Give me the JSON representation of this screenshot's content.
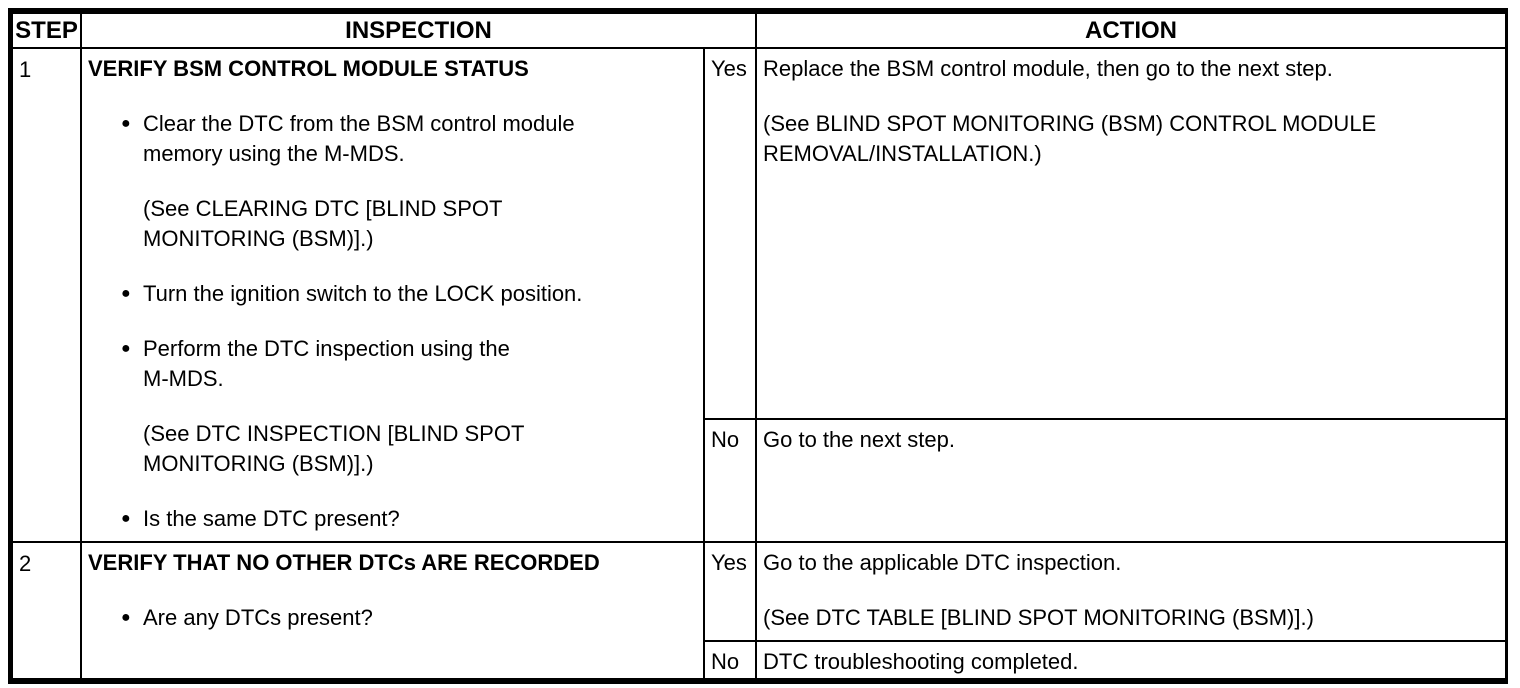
{
  "header": {
    "step": "STEP",
    "inspection": "INSPECTION",
    "action": "ACTION"
  },
  "bullet_icon": "●",
  "rows": [
    {
      "step": "1",
      "inspection": {
        "title": "VERIFY BSM CONTROL MODULE STATUS",
        "items": [
          {
            "type": "bullet",
            "lines": [
              "Clear the DTC from the BSM control module",
              "memory using the M-MDS."
            ]
          },
          {
            "type": "note",
            "lines": [
              "(See CLEARING DTC [BLIND SPOT",
              "MONITORING (BSM)].)"
            ]
          },
          {
            "type": "bullet",
            "lines": [
              "Turn the ignition switch to the LOCK position."
            ]
          },
          {
            "type": "bullet",
            "lines": [
              "Perform the DTC inspection using the",
              "M-MDS."
            ]
          },
          {
            "type": "note",
            "lines": [
              "(See DTC INSPECTION [BLIND SPOT",
              "MONITORING (BSM)].)"
            ]
          },
          {
            "type": "bullet",
            "lines": [
              "Is the same DTC present?"
            ]
          }
        ]
      },
      "actions": [
        {
          "label": "Yes",
          "paragraphs": [
            [
              "Replace the BSM control module, then go to the next step."
            ],
            [
              "(See BLIND SPOT MONITORING (BSM) CONTROL MODULE",
              "REMOVAL/INSTALLATION.)"
            ]
          ]
        },
        {
          "label": "No",
          "paragraphs": [
            [
              "Go to the next step."
            ]
          ]
        }
      ]
    },
    {
      "step": "2",
      "inspection": {
        "title": "VERIFY THAT NO OTHER DTCs ARE RECORDED",
        "items": [
          {
            "type": "bullet",
            "lines": [
              "Are any DTCs present?"
            ]
          }
        ]
      },
      "actions": [
        {
          "label": "Yes",
          "paragraphs": [
            [
              "Go to the applicable DTC inspection."
            ],
            [
              "(See DTC TABLE [BLIND SPOT MONITORING (BSM)].)"
            ]
          ]
        },
        {
          "label": "No",
          "paragraphs": [
            [
              "DTC troubleshooting completed."
            ]
          ]
        }
      ]
    }
  ]
}
